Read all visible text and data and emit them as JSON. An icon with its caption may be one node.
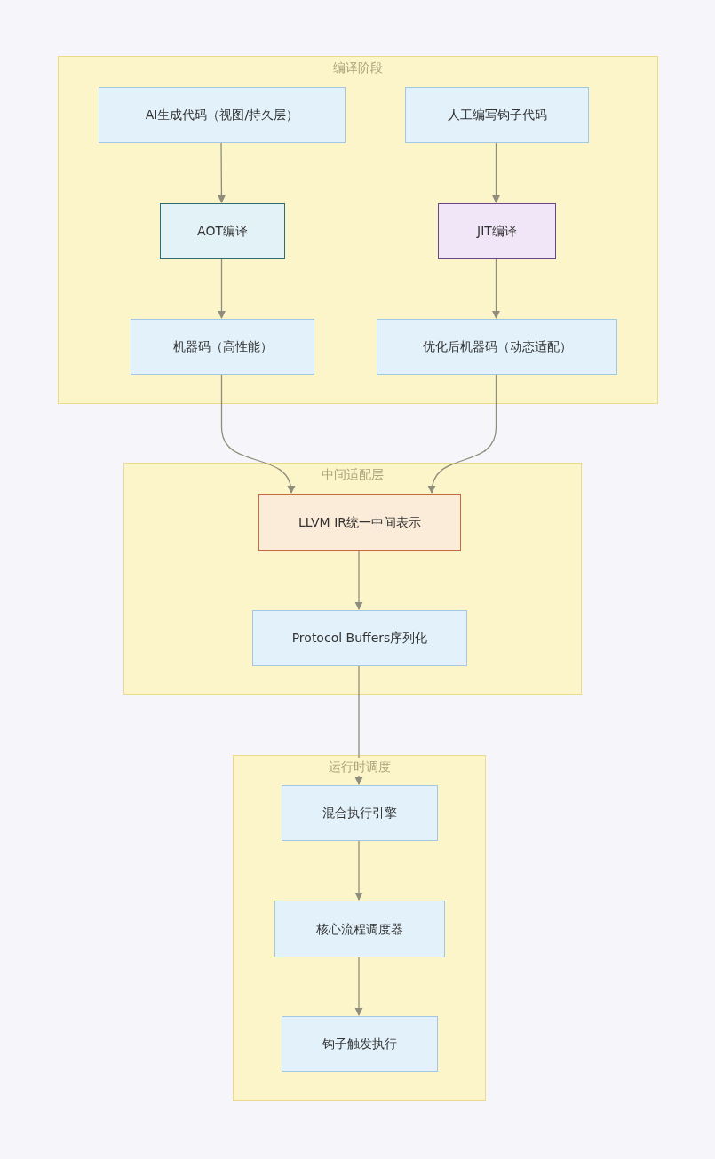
{
  "diagram": {
    "nodes": [
      {
        "text": [
          "编译阶段"
        ]
      },
      {
        "text": [
          "AI生成代码（视图/持久层）"
        ],
        "in": 0
      },
      {
        "text": [
          "人工编写钩子代码"
        ],
        "in": 0
      },
      {
        "text": [
          "AOT编译"
        ],
        "in": 0
      },
      {
        "text": [
          "JIT编译"
        ],
        "in": 0
      },
      {
        "text": [
          "机器码（高性能）"
        ],
        "in": 0
      },
      {
        "text": [
          "优化后机器码（动态适配）"
        ],
        "in": 0
      },
      {
        "text": [
          "中间适配层"
        ]
      },
      {
        "text": [
          "LLVM IR统一中间表示"
        ],
        "in": 7
      },
      {
        "text": [
          "Protocol Buffers序列化"
        ],
        "in": 7
      },
      {
        "text": [
          "运行时调度"
        ]
      },
      {
        "text": [
          "混合执行引擎"
        ],
        "in": 10
      },
      {
        "text": [
          "核心流程调度器"
        ],
        "in": 10
      },
      {
        "text": [
          "钩子触发执行"
        ],
        "in": 10
      }
    ],
    "edges": [
      {
        "from": 1,
        "to": 3,
        "arrow": "to"
      },
      {
        "from": 2,
        "to": 4,
        "arrow": "to"
      },
      {
        "from": 3,
        "to": 5,
        "arrow": "to"
      },
      {
        "from": 4,
        "to": 6,
        "arrow": "to"
      },
      {
        "from": 5,
        "to": 8,
        "arrow": "to"
      },
      {
        "from": 6,
        "to": 8,
        "arrow": "to"
      },
      {
        "from": 8,
        "to": 9,
        "arrow": "to"
      },
      {
        "from": 9,
        "to": 11,
        "arrow": "to"
      },
      {
        "from": 11,
        "to": 12,
        "arrow": "to"
      },
      {
        "from": 12,
        "to": 13,
        "arrow": "to"
      }
    ]
  }
}
